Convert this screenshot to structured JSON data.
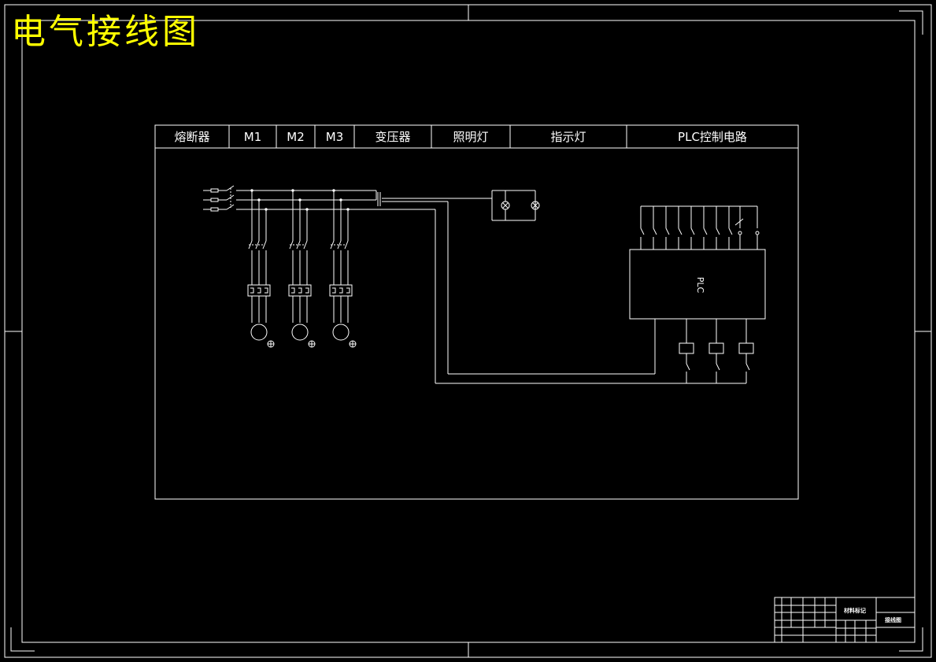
{
  "title": "电气接线图",
  "header": {
    "fuse": "熔断器",
    "m1": "M1",
    "m2": "M2",
    "m3": "M3",
    "transformer": "变压器",
    "lighting": "照明灯",
    "indicator": "指示灯",
    "plc_circuit": "PLC控制电路"
  },
  "plc_label": "PLC",
  "title_block": {
    "material_mark": "材料标记",
    "drawing_name": "接线图"
  },
  "colors": {
    "background": "#000000",
    "lines": "#ffffff",
    "title": "#ffff00"
  }
}
